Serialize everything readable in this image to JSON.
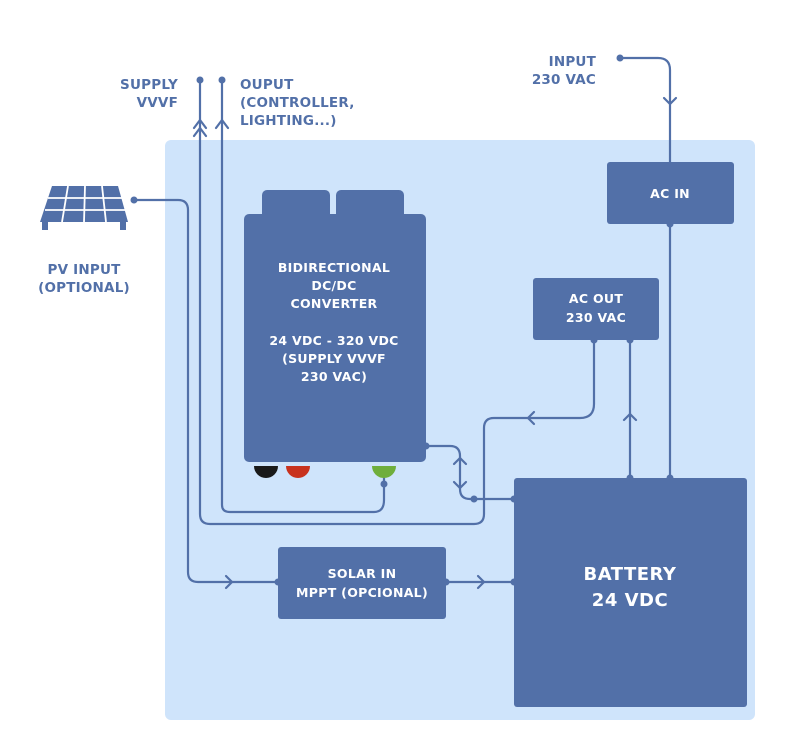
{
  "colors": {
    "panel_bg": "#cfe4fb",
    "box_fill": "#5270a8",
    "line": "#5270a8",
    "text": "#5270a8",
    "terminal_black": "#1a1a1a",
    "terminal_red": "#c8321e",
    "terminal_green": "#6fae3c"
  },
  "labels": {
    "supply": [
      "SUPPLY",
      "VVVF"
    ],
    "output": [
      "OUPUT",
      "(CONTROLLER,",
      "LIGHTING...)"
    ],
    "input": [
      "INPUT",
      "230 VAC"
    ],
    "pv": [
      "PV INPUT",
      "(OPTIONAL)"
    ]
  },
  "boxes": {
    "ac_in": [
      "AC IN"
    ],
    "ac_out": [
      "AC OUT",
      "230 VAC"
    ],
    "converter": [
      "BIDIRECTIONAL",
      "DC/DC",
      "CONVERTER",
      "",
      "24 VDC - 320 VDC",
      "(SUPPLY VVVF",
      "230 VAC)"
    ],
    "solar": [
      "SOLAR IN",
      "MPPT (OPCIONAL)"
    ],
    "battery": [
      "BATTERY",
      "24 VDC"
    ]
  },
  "icons": {
    "pv": "solar-panel-icon"
  }
}
